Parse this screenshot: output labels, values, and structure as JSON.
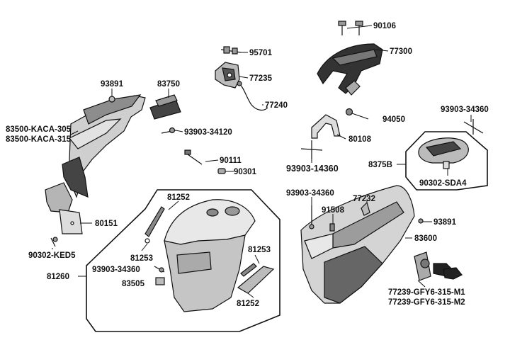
{
  "labels": {
    "p90106": "90106",
    "p95701": "95701",
    "p77300": "77300",
    "p77235": "77235",
    "p93891_top": "93891",
    "p83750": "83750",
    "p77240": "77240",
    "p93903_34360_tr": "93903-34360",
    "p94050": "94050",
    "p83500_305": "83500-KACA-305",
    "p83500_315": "83500-KACA-315",
    "p93903_34120": "93903-34120",
    "p80108": "80108",
    "p90111": "90111",
    "p93903_14360": "93903-14360",
    "p8375b": "8375B",
    "p90301": "90301",
    "p90302_sda4": "90302-SDA4",
    "p81252_top": "81252",
    "p93903_34360_mid": "93903-34360",
    "p77232": "77232",
    "p91508": "91508",
    "p93891_right": "93891",
    "p80151": "80151",
    "p90302_ked5": "90302-KED5",
    "p81253_left": "81253",
    "p81253_right": "81253",
    "p83600": "83600",
    "p81260": "81260",
    "p93903_34360_box": "93903-34360",
    "p83505": "83505",
    "p81252_bottom": "81252",
    "p77239_m1": "77239-GFY6-315-M1",
    "p77239_m2": "77239-GFY6-315-M2"
  }
}
